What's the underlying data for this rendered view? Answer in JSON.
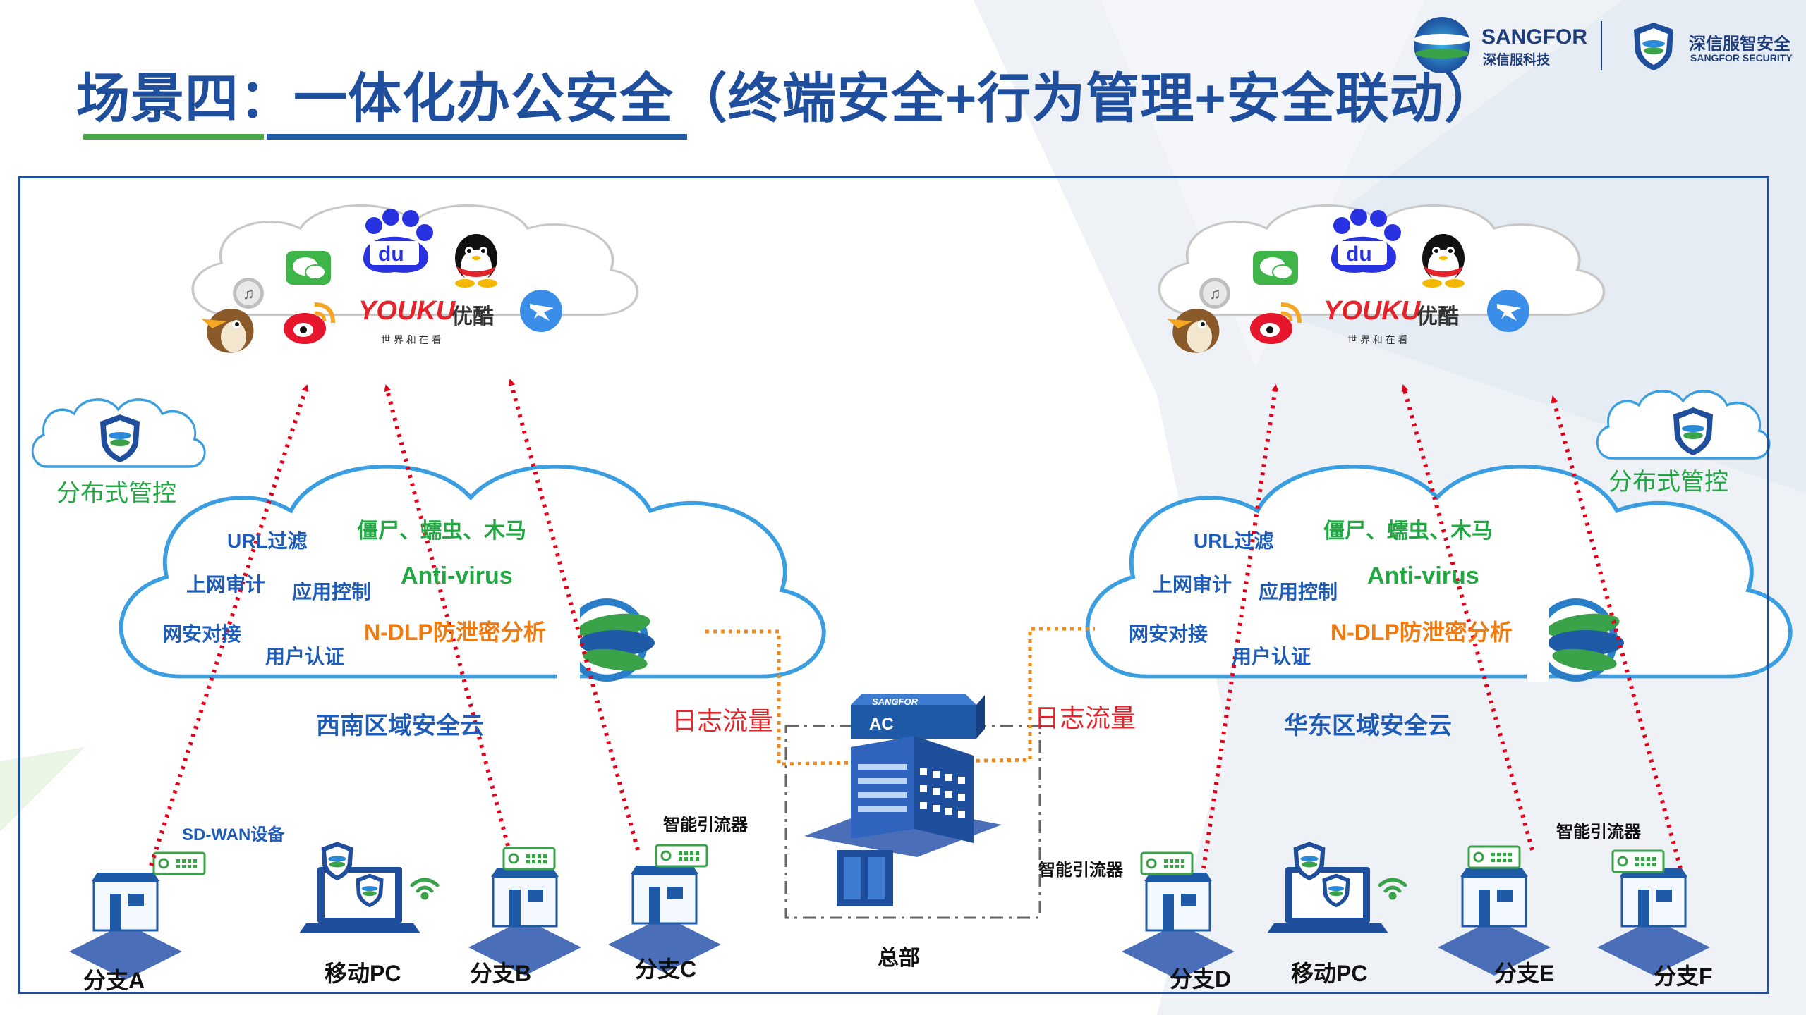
{
  "title": "场景四：一体化办公安全（终端安全+行为管理+安全联动）",
  "brand": {
    "sangfor_name": "SANGFOR",
    "sangfor_sub": "深信服科技",
    "security_name": "深信服智安全",
    "security_sub": "SANGFOR SECURITY"
  },
  "apps": {
    "youku": "YOUKU",
    "youku_cn": "优酷",
    "youku_slogan": "世 界 和 在 看",
    "baidu": "du"
  },
  "distributed_control": "分布式管控",
  "left_cloud": {
    "features": {
      "url_filter": "URL过滤",
      "zombie": "僵尸、蠕虫、木马",
      "audit": "上网审计",
      "app_control": "应用控制",
      "antivirus": "Anti-virus",
      "secure_access": "网安对接",
      "dlp": "N-DLP防泄密分析",
      "user_auth": "用户认证"
    },
    "name": "西南区域安全云"
  },
  "right_cloud": {
    "features": {
      "url_filter": "URL过滤",
      "zombie": "僵尸、蠕虫、木马",
      "audit": "上网审计",
      "app_control": "应用控制",
      "antivirus": "Anti-virus",
      "secure_access": "网安对接",
      "dlp": "N-DLP防泄密分析",
      "user_auth": "用户认证"
    },
    "name": "华东区域安全云"
  },
  "log_traffic": "日志流量",
  "hq": {
    "device_brand": "SANGFOR",
    "device_label": "AC",
    "name": "总部"
  },
  "devices": {
    "sdwan": "SD-WAN设备",
    "smart_diverter": "智能引流器"
  },
  "branches": {
    "a": "分支A",
    "mobile_pc_left": "移动PC",
    "b": "分支B",
    "c": "分支C",
    "d": "分支D",
    "mobile_pc_right": "移动PC",
    "e": "分支E",
    "f": "分支F"
  },
  "colors": {
    "title": "#1f4e9c",
    "feature_blue": "#1f5cb8",
    "feature_green": "#22a843",
    "feature_orange": "#ef7b10",
    "arrow_red": "#e5001a",
    "log_link": "#f08a1c",
    "cloud_outline": "#3a9ee0"
  }
}
